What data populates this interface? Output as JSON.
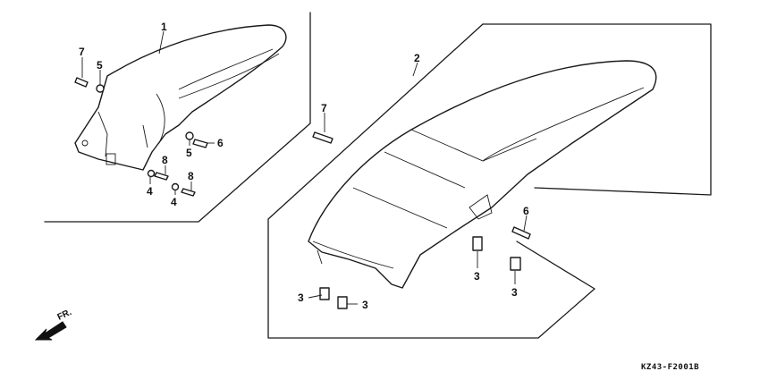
{
  "diagram_code": "KZ43-F2001B",
  "direction_label": "FR.",
  "callouts": {
    "c1": "1",
    "c2": "2",
    "c7a": "7",
    "c5a": "5",
    "c6a": "6",
    "c5b": "5",
    "c8a": "8",
    "c8b": "8",
    "c4a": "4",
    "c4b": "4",
    "c7b": "7",
    "c6b": "6",
    "c3a": "3",
    "c3b": "3",
    "c3c": "3",
    "c3d": "3"
  }
}
